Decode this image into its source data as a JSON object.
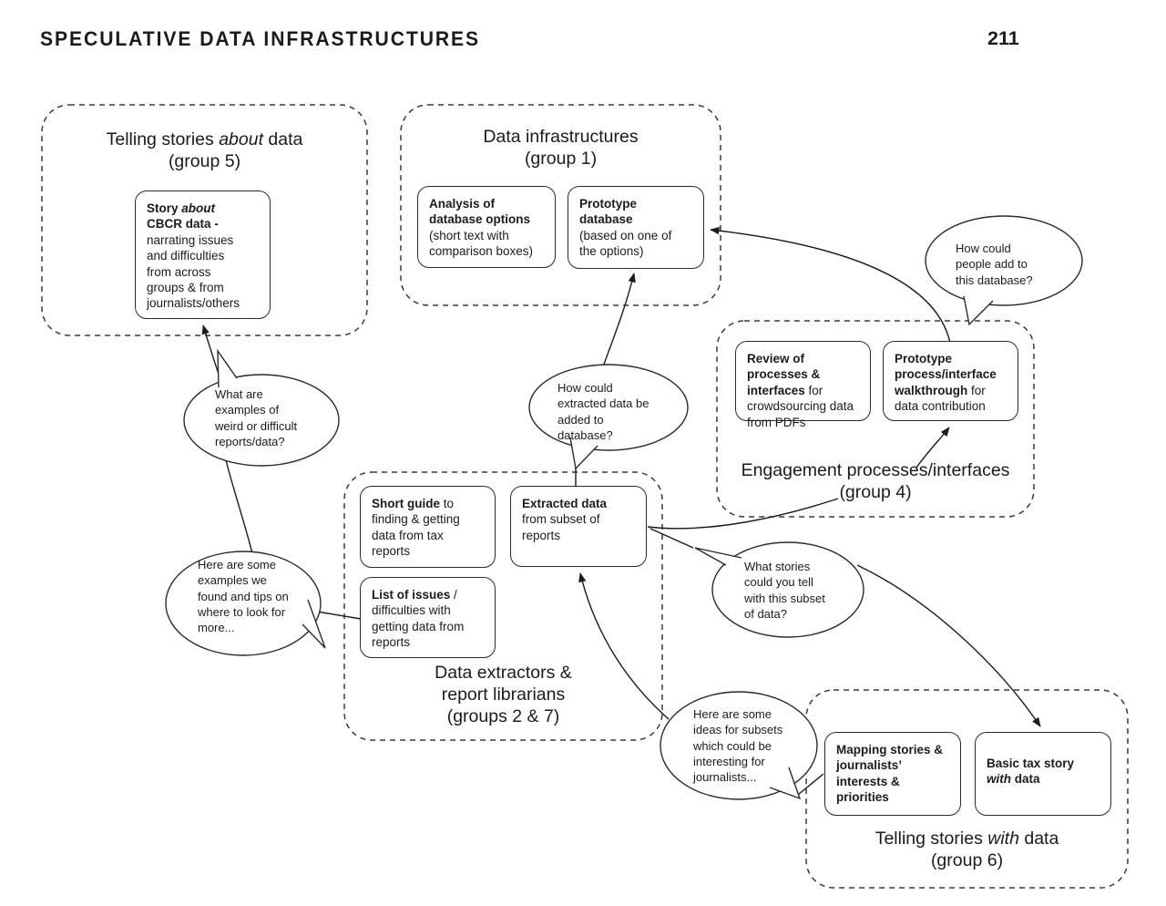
{
  "page": {
    "title": "SPECULATIVE DATA INFRASTRUCTURES",
    "page_number": "211"
  },
  "colors": {
    "ink": "#1b1b1b",
    "stroke": "#2b2b2b",
    "paper": "#ffffff"
  },
  "groups": {
    "g5": {
      "title_segments": [
        {
          "t": "Telling stories ",
          "s": "r"
        },
        {
          "t": "about",
          "s": "i"
        },
        {
          "t": " data\n(group 5)",
          "s": "r"
        }
      ]
    },
    "g1": {
      "title_segments": [
        {
          "t": "Data infrastructures\n(group 1)",
          "s": "r"
        }
      ]
    },
    "g4": {
      "title_segments": [
        {
          "t": "Engagement processes/interfaces\n(group 4)",
          "s": "r"
        }
      ]
    },
    "g27": {
      "title_segments": [
        {
          "t": "Data extractors &\nreport librarians\n(groups 2 & 7)",
          "s": "r"
        }
      ]
    },
    "g6": {
      "title_segments": [
        {
          "t": "Telling stories ",
          "s": "r"
        },
        {
          "t": "with",
          "s": "i"
        },
        {
          "t": " data\n(group 6)",
          "s": "r"
        }
      ]
    }
  },
  "artifacts": {
    "story_about": {
      "segments": [
        {
          "t": "Story ",
          "s": "b"
        },
        {
          "t": "about",
          "s": "bi"
        },
        {
          "t": "\nCBCR data -",
          "s": "b"
        },
        {
          "t": "\nnarrating issues\nand difficulties\nfrom across\ngroups & from\njournalists/others",
          "s": "r"
        }
      ]
    },
    "analysis": {
      "segments": [
        {
          "t": "Analysis of\ndatabase options",
          "s": "b"
        },
        {
          "t": "\n(short text with\ncomparison boxes)",
          "s": "r"
        }
      ]
    },
    "prototype_db": {
      "segments": [
        {
          "t": "Prototype\ndatabase",
          "s": "b"
        },
        {
          "t": "\n(based on one of\nthe options)",
          "s": "r"
        }
      ]
    },
    "review": {
      "segments": [
        {
          "t": "Review of\nprocesses &\ninterfaces",
          "s": "b"
        },
        {
          "t": " for\ncrowdsourcing data\nfrom PDFs",
          "s": "r"
        }
      ]
    },
    "walkthrough": {
      "segments": [
        {
          "t": "Prototype\nprocess/interface\nwalkthrough",
          "s": "b"
        },
        {
          "t": " for\ndata contribution",
          "s": "r"
        }
      ]
    },
    "short_guide": {
      "segments": [
        {
          "t": "Short guide",
          "s": "b"
        },
        {
          "t": " to\nfinding & getting\ndata from tax\nreports",
          "s": "r"
        }
      ]
    },
    "list_issues": {
      "segments": [
        {
          "t": "List of issues",
          "s": "b"
        },
        {
          "t": " /\ndifficulties with\ngetting data from\nreports",
          "s": "r"
        }
      ]
    },
    "extracted": {
      "segments": [
        {
          "t": "Extracted data",
          "s": "b"
        },
        {
          "t": "\nfrom subset of\nreports",
          "s": "r"
        }
      ]
    },
    "mapping": {
      "segments": [
        {
          "t": "Mapping stories &\njournalists’\ninterests &\npriorities",
          "s": "b"
        }
      ]
    },
    "basic_tax": {
      "segments": [
        {
          "t": "Basic tax story\n",
          "s": "b"
        },
        {
          "t": "with",
          "s": "bi"
        },
        {
          "t": " data",
          "s": "b"
        }
      ]
    }
  },
  "bubbles": {
    "what_are_examples": {
      "text": "What are\nexamples of\nweird or difficult\nreports/data?"
    },
    "how_add_db": {
      "text": "How could\npeople add to\nthis database?"
    },
    "how_extracted_added": {
      "text": "How could\nextracted data be\nadded to\ndatabase?"
    },
    "here_examples": {
      "text": "Here are some\nexamples we\nfound and tips on\nwhere to look for\nmore..."
    },
    "what_stories": {
      "text": "What stories\ncould you tell\nwith this subset\nof data?"
    },
    "here_ideas": {
      "text": "Here are some\nideas for subsets\nwhich could be\ninteresting for\njournalists..."
    }
  }
}
